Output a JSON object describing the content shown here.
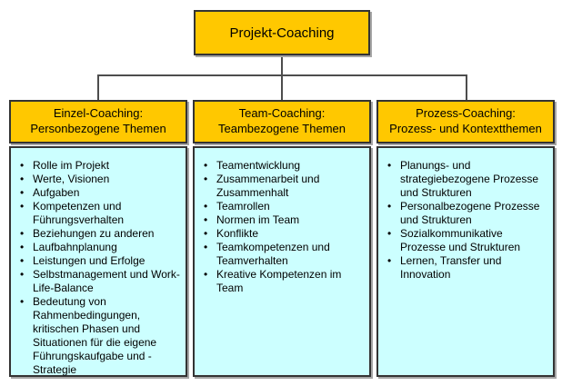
{
  "root": {
    "label": "Projekt-Coaching"
  },
  "columns": [
    {
      "id": "einzel-coaching",
      "header": "Einzel-Coaching:\nPersonbezogene Themen",
      "items": [
        "Rolle im Projekt",
        "Werte, Visionen",
        "Aufgaben",
        "Kompetenzen und Führungsverhalten",
        "Beziehungen zu anderen",
        "Laufbahnplanung",
        "Leistungen und Erfolge",
        "Selbstmanagement und Work-Life-Balance",
        "Bedeutung von Rahmenbedingungen, kritischen Phasen und Situationen für die eigene Führungskaufgabe und -Strategie"
      ]
    },
    {
      "id": "team-coaching",
      "header": "Team-Coaching:\nTeambezogene Themen",
      "items": [
        "Teamentwicklung",
        "Zusammenarbeit und Zusammenhalt",
        "Teamrollen",
        "Normen im Team",
        "Konflikte",
        "Teamkompetenzen und Teamverhalten",
        "Kreative Kompetenzen im Team"
      ]
    },
    {
      "id": "prozess-coaching",
      "header": "Prozess-Coaching:\nProzess- und Kontextthemen",
      "items": [
        "Planungs- und strategiebezogene Prozesse und Strukturen",
        "Personalbezogene Prozesse und Strukturen",
        "Sozialkommunikative Prozesse und Strukturen",
        "Lernen, Transfer und Innovation"
      ]
    }
  ],
  "bullet_glyph": "•",
  "colors": {
    "header_fill": "#FFC800",
    "body_fill": "#CCFFFF",
    "border": "#333333",
    "connector": "#4D4D4D",
    "shadow": "#A6A6A6",
    "background": "#FFFFFF"
  }
}
